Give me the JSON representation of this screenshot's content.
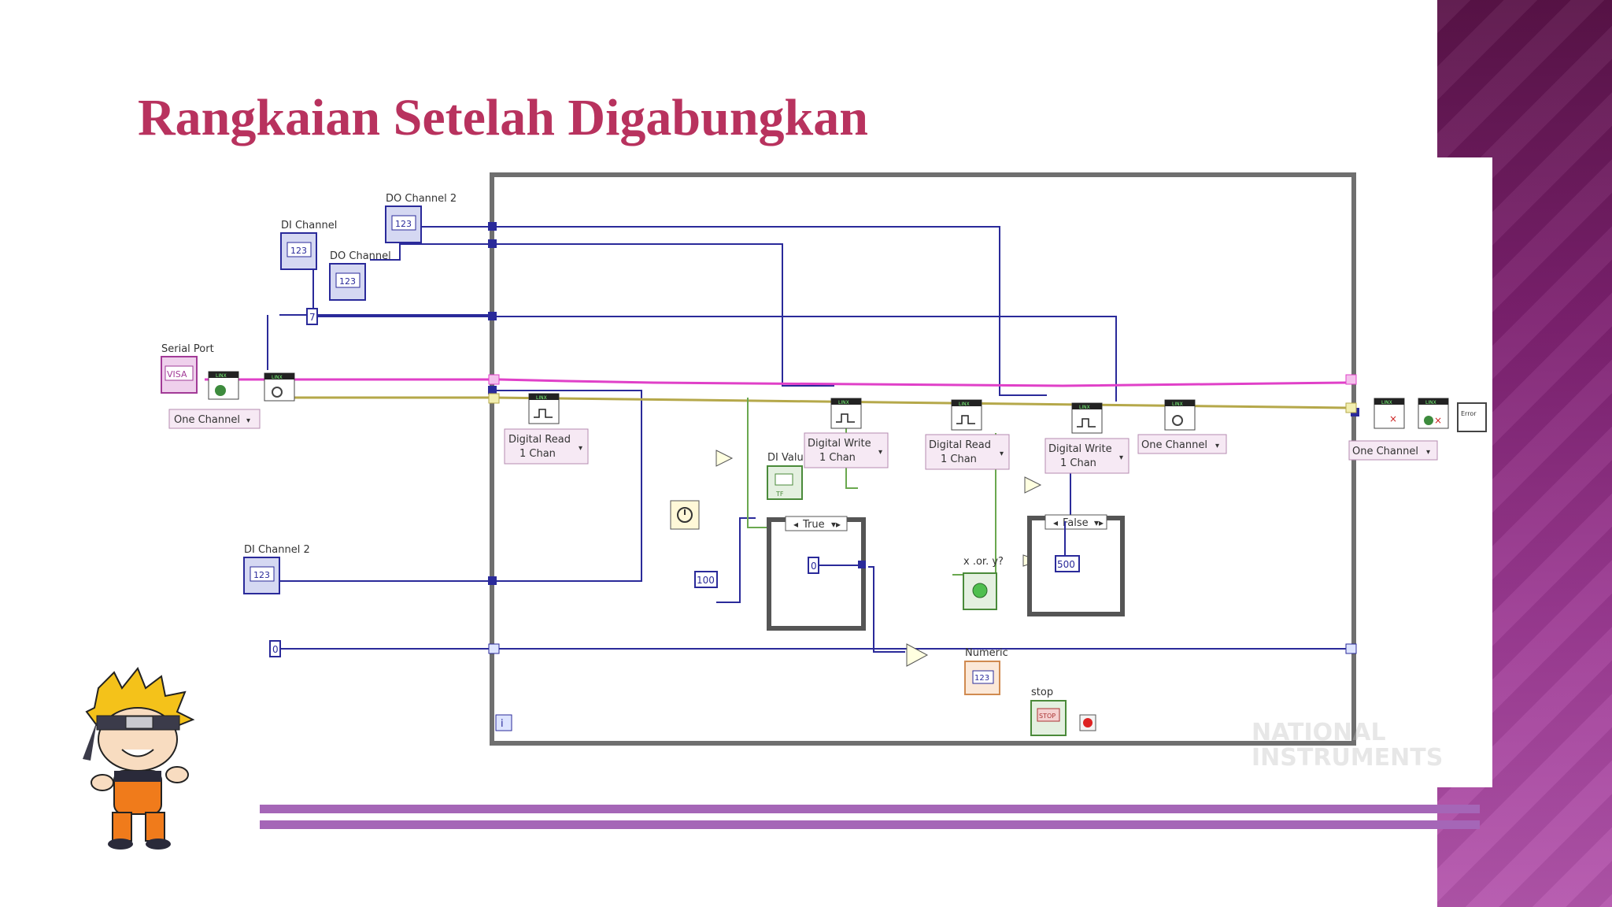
{
  "slide": {
    "title": "Rangkaian Setelah Digabungkan",
    "accent_color": "#b8325e",
    "band_color": "#7d2170",
    "line_color": "#a566b7"
  },
  "controls": {
    "di_channel": "DI Channel",
    "do_channel": "DO Channel",
    "do_channel_2": "DO Channel 2",
    "di_channel_2": "DI Channel 2",
    "serial_port": "Serial Port",
    "visa_glyph": "VISA",
    "num_glyph": "123",
    "const_7": "7",
    "const_0": "0",
    "const_100": "100",
    "const_500": "500"
  },
  "nodes": {
    "one_channel_1": "One Channel",
    "one_channel_2": "One Channel",
    "one_channel_3": "One Channel",
    "digital_read_1": [
      "Digital Read",
      "1 Chan"
    ],
    "digital_write_1": [
      "Digital Write",
      "1 Chan"
    ],
    "digital_read_2": [
      "Digital Read",
      "1 Chan"
    ],
    "digital_write_2": [
      "Digital Write",
      "1 Chan"
    ],
    "linx_tag": "LINX",
    "di_value": "DI Valu",
    "case_true": "True",
    "case_false": "False",
    "or_label": "x .or. y?",
    "numeric": "Numeric",
    "stop": "stop",
    "stop_glyph": "STOP",
    "tf_glyph": "TF",
    "loop_index": "i",
    "error_label": "Error",
    "watermark": [
      "NATIONAL",
      "INSTRUMENTS"
    ]
  }
}
